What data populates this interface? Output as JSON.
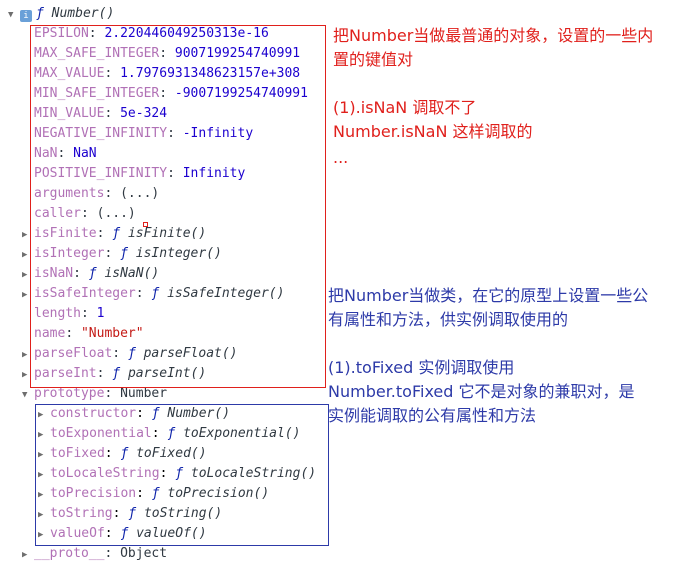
{
  "header": {
    "fn_keyword": "ƒ",
    "name": "Number()"
  },
  "own_props": [
    {
      "key": "EPSILON",
      "sep": ": ",
      "value": "2.220446049250313e-16",
      "vtype": "num",
      "expand": false
    },
    {
      "key": "MAX_SAFE_INTEGER",
      "sep": ": ",
      "value": "9007199254740991",
      "vtype": "num",
      "expand": false
    },
    {
      "key": "MAX_VALUE",
      "sep": ": ",
      "value": "1.7976931348623157e+308",
      "vtype": "num",
      "expand": false
    },
    {
      "key": "MIN_SAFE_INTEGER",
      "sep": ": ",
      "value": "-9007199254740991",
      "vtype": "num",
      "expand": false
    },
    {
      "key": "MIN_VALUE",
      "sep": ": ",
      "value": "5e-324",
      "vtype": "num",
      "expand": false
    },
    {
      "key": "NEGATIVE_INFINITY",
      "sep": ": ",
      "value": "-Infinity",
      "vtype": "num",
      "expand": false
    },
    {
      "key": "NaN",
      "sep": ": ",
      "value": "NaN",
      "vtype": "num",
      "expand": false
    },
    {
      "key": "POSITIVE_INFINITY",
      "sep": ": ",
      "value": "Infinity",
      "vtype": "num",
      "expand": false
    },
    {
      "key": "arguments",
      "sep": ": ",
      "value": "(...)",
      "vtype": "plain",
      "expand": false
    },
    {
      "key": "caller",
      "sep": ": ",
      "value": "(...)",
      "vtype": "plain",
      "expand": false
    },
    {
      "key": "isFinite",
      "sep": ": ",
      "fkw": "ƒ",
      "value": "isFinite()",
      "vtype": "fn",
      "expand": true
    },
    {
      "key": "isInteger",
      "sep": ": ",
      "fkw": "ƒ",
      "value": "isInteger()",
      "vtype": "fn",
      "expand": true
    },
    {
      "key": "isNaN",
      "sep": ": ",
      "fkw": "ƒ",
      "value": "isNaN()",
      "vtype": "fn",
      "expand": true
    },
    {
      "key": "isSafeInteger",
      "sep": ": ",
      "fkw": "ƒ",
      "value": "isSafeInteger()",
      "vtype": "fn",
      "expand": true
    },
    {
      "key": "length",
      "sep": ": ",
      "value": "1",
      "vtype": "num",
      "expand": false
    },
    {
      "key": "name",
      "sep": ": ",
      "value": "\"Number\"",
      "vtype": "str",
      "expand": false
    },
    {
      "key": "parseFloat",
      "sep": ": ",
      "fkw": "ƒ",
      "value": "parseFloat()",
      "vtype": "fn",
      "expand": true
    },
    {
      "key": "parseInt",
      "sep": ": ",
      "fkw": "ƒ",
      "value": "parseInt()",
      "vtype": "fn",
      "expand": true
    }
  ],
  "prototype": {
    "key": "prototype",
    "sep": ": ",
    "value": "Number"
  },
  "proto_props": [
    {
      "key": "constructor",
      "fkw": "ƒ",
      "value": "Number()"
    },
    {
      "key": "toExponential",
      "fkw": "ƒ",
      "value": "toExponential()"
    },
    {
      "key": "toFixed",
      "fkw": "ƒ",
      "value": "toFixed()"
    },
    {
      "key": "toLocaleString",
      "fkw": "ƒ",
      "value": "toLocaleString()"
    },
    {
      "key": "toPrecision",
      "fkw": "ƒ",
      "value": "toPrecision()"
    },
    {
      "key": "toString",
      "fkw": "ƒ",
      "value": "toString()"
    },
    {
      "key": "valueOf",
      "fkw": "ƒ",
      "value": "valueOf()"
    }
  ],
  "trailing": {
    "key": "__proto__",
    "sep": ": ",
    "value": "Object"
  },
  "notes": {
    "red_1": "把Number当做最普通的对象，设置的一些内",
    "red_2": "置的键值对",
    "red_3": "(1).isNaN  调取不了",
    "red_4": "Number.isNaN  这样调取的",
    "red_5": "...",
    "blue_1": "把Number当做类，在它的原型上设置一些公",
    "blue_2": "有属性和方法，供实例调取使用的",
    "blue_3": "(1).toFixed  实例调取使用",
    "blue_4": "Number.toFixed 它不是对象的兼职对，是",
    "blue_5": "实例能调取的公有属性和方法"
  },
  "colors": {
    "red_box": "#e0201c",
    "blue_box": "#2d3aa8"
  }
}
